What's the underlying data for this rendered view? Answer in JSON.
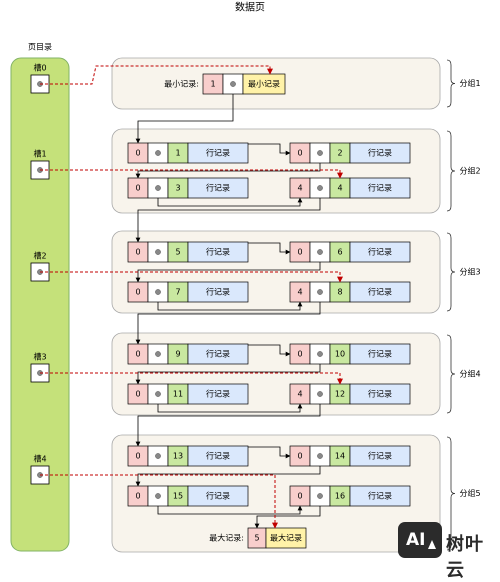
{
  "title": "数据页",
  "directory": {
    "label": "页目录",
    "slots": [
      "槽0",
      "槽1",
      "槽2",
      "槽3",
      "槽4"
    ]
  },
  "infimum": {
    "label": "最小记录:",
    "n_owned": "1",
    "text": "最小记录"
  },
  "supremum": {
    "label": "最大记录:",
    "n_owned": "5",
    "text": "最大记录"
  },
  "records": [
    {
      "n_owned": "0",
      "key": "1",
      "text": "行记录"
    },
    {
      "n_owned": "0",
      "key": "2",
      "text": "行记录"
    },
    {
      "n_owned": "0",
      "key": "3",
      "text": "行记录"
    },
    {
      "n_owned": "4",
      "key": "4",
      "text": "行记录"
    },
    {
      "n_owned": "0",
      "key": "5",
      "text": "行记录"
    },
    {
      "n_owned": "0",
      "key": "6",
      "text": "行记录"
    },
    {
      "n_owned": "0",
      "key": "7",
      "text": "行记录"
    },
    {
      "n_owned": "4",
      "key": "8",
      "text": "行记录"
    },
    {
      "n_owned": "0",
      "key": "9",
      "text": "行记录"
    },
    {
      "n_owned": "0",
      "key": "10",
      "text": "行记录"
    },
    {
      "n_owned": "0",
      "key": "11",
      "text": "行记录"
    },
    {
      "n_owned": "4",
      "key": "12",
      "text": "行记录"
    },
    {
      "n_owned": "0",
      "key": "13",
      "text": "行记录"
    },
    {
      "n_owned": "0",
      "key": "14",
      "text": "行记录"
    },
    {
      "n_owned": "0",
      "key": "15",
      "text": "行记录"
    },
    {
      "n_owned": "0",
      "key": "16",
      "text": "行记录"
    }
  ],
  "groups": [
    "分组1",
    "分组2",
    "分组3",
    "分组4",
    "分组5"
  ],
  "watermark": {
    "logo": "AI",
    "text": "树叶云"
  },
  "colors": {
    "directory_fill": "#c5e17a",
    "directory_stroke": "#82b366",
    "group_fill": "#f8f4ec",
    "group_stroke": "#a8a8a8",
    "n_owned_fill": "#f8cecc",
    "key_fill": "#d5e8d4",
    "key_green": "#c9e8a0",
    "row_fill": "#dae8fc",
    "special_fill": "#fff2a8",
    "pointer_color": "#c00000"
  }
}
